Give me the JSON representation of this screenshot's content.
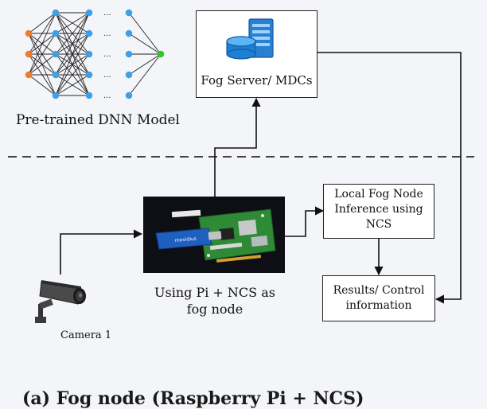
{
  "dnn": {
    "label": "Pre-trained DNN Model",
    "ellipsis": "..."
  },
  "fog_server": {
    "label": "Fog Server/ MDCs"
  },
  "pi_node": {
    "label_line1": "Using Pi + NCS as",
    "label_line2": "fog node",
    "stick_text": "movidius"
  },
  "local_inference": {
    "line1": "Local Fog Node",
    "line2": "Inference using",
    "line3": "NCS"
  },
  "results": {
    "line1": "Results/ Control",
    "line2": "information"
  },
  "camera": {
    "label": "Camera 1"
  },
  "caption": {
    "text": "(a) Fog node  (Raspberry Pi + NCS)"
  },
  "colors": {
    "input_node": "#f07b2e",
    "hidden_node": "#3fa0e8",
    "output_node": "#2ec82e",
    "server_blue": "#1d7fd1",
    "line": "#111111",
    "dashed": "#444444"
  },
  "icons": {
    "server": "server-database-icon",
    "camera": "security-camera-icon",
    "board": "raspberry-pi-photo"
  }
}
